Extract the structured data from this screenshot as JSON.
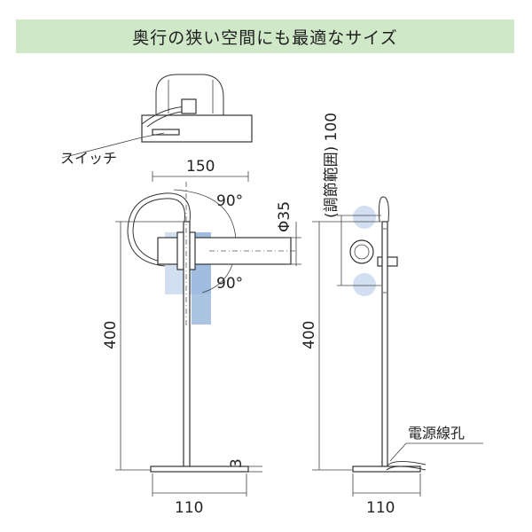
{
  "banner": {
    "title": "奥行の狭い空間にも最適なサイズ"
  },
  "labels": {
    "switch": "スイッチ",
    "cord_hole": "電源線孔"
  },
  "dimensions": {
    "width_150": "150",
    "angle_top": "90°",
    "angle_bottom": "90°",
    "diameter": "Φ35",
    "height_left": "400",
    "base_left": "110",
    "base_thickness": "3",
    "adjust_range": "(調節範囲) 100",
    "height_right": "400",
    "base_right": "110"
  },
  "colors": {
    "banner_bg": "#cfe8c7",
    "ghost": "#c9d9ee",
    "ghost_dark": "#8fb0d8"
  }
}
